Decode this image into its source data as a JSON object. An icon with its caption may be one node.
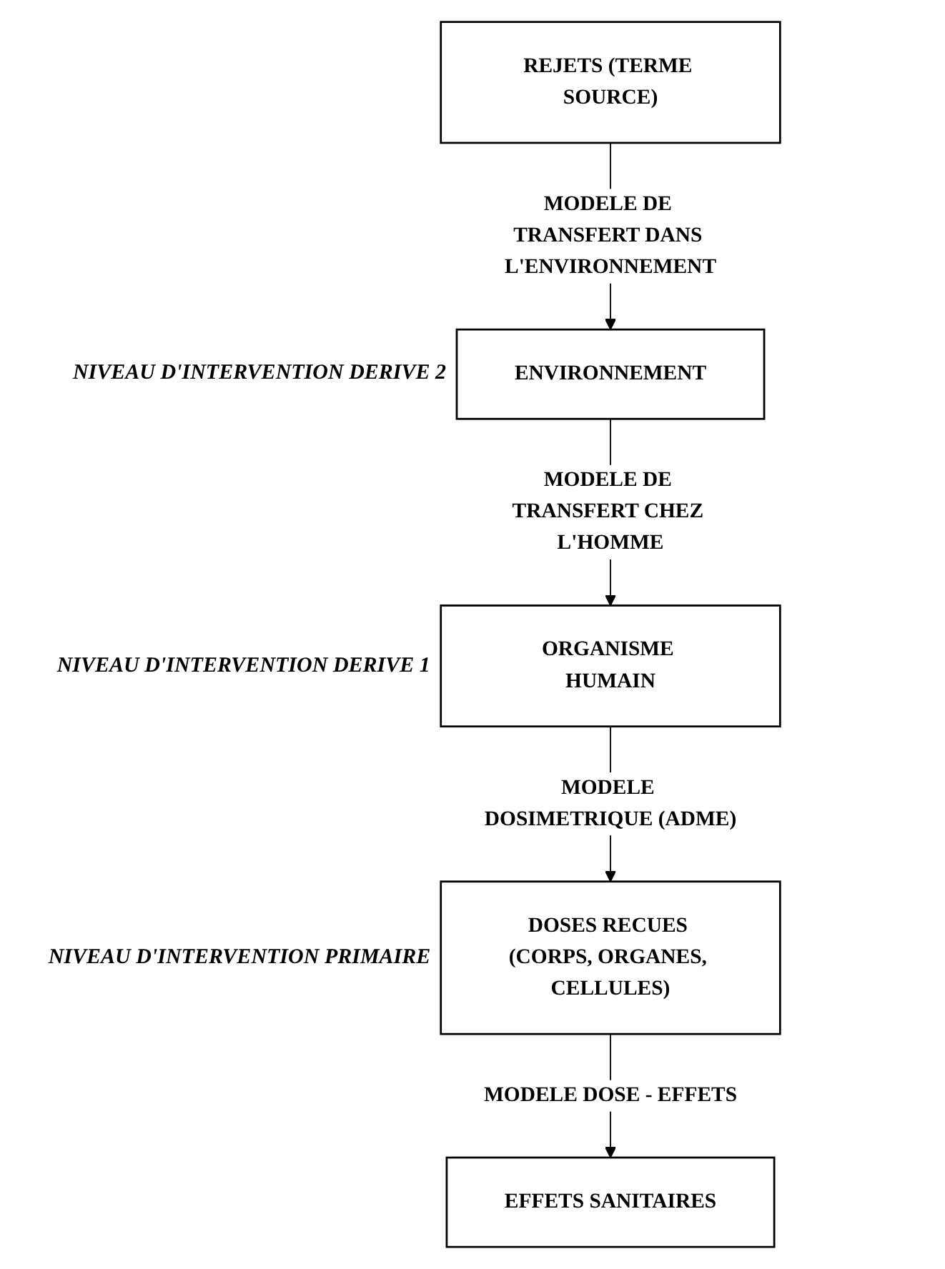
{
  "diagram": {
    "nodes": [
      {
        "text": [
          "REJETS (TERME SOURCE)"
        ]
      },
      {
        "text": [
          "ENVIRONNEMENT"
        ],
        "beside": [
          "NIVEAU D'INTERVENTION DERIVE 2"
        ]
      },
      {
        "text": [
          "ORGANISME HUMAIN"
        ],
        "beside": [
          "NIVEAU D'INTERVENTION DERIVE 1"
        ]
      },
      {
        "text": [
          "DOSES RECUES (CORPS, ORGANES, CELLULES)"
        ],
        "beside": [
          "NIVEAU D'INTERVENTION PRIMAIRE"
        ]
      },
      {
        "text": [
          "EFFETS SANITAIRES"
        ]
      }
    ],
    "edges": [
      {
        "from": 0,
        "to": 1,
        "arrow": "to",
        "label": "MODELE DE TRANSFERT DANS L'ENVIRONNEMENT"
      },
      {
        "from": 1,
        "to": 2,
        "arrow": "to",
        "label": "MODELE DE TRANSFERT CHEZ L'HOMME"
      },
      {
        "from": 2,
        "to": 3,
        "arrow": "to",
        "label": "MODELE DOSIMETRIQUE (ADME)"
      },
      {
        "from": 3,
        "to": 4,
        "arrow": "to",
        "label": "MODELE DOSE - EFFETS"
      }
    ]
  }
}
